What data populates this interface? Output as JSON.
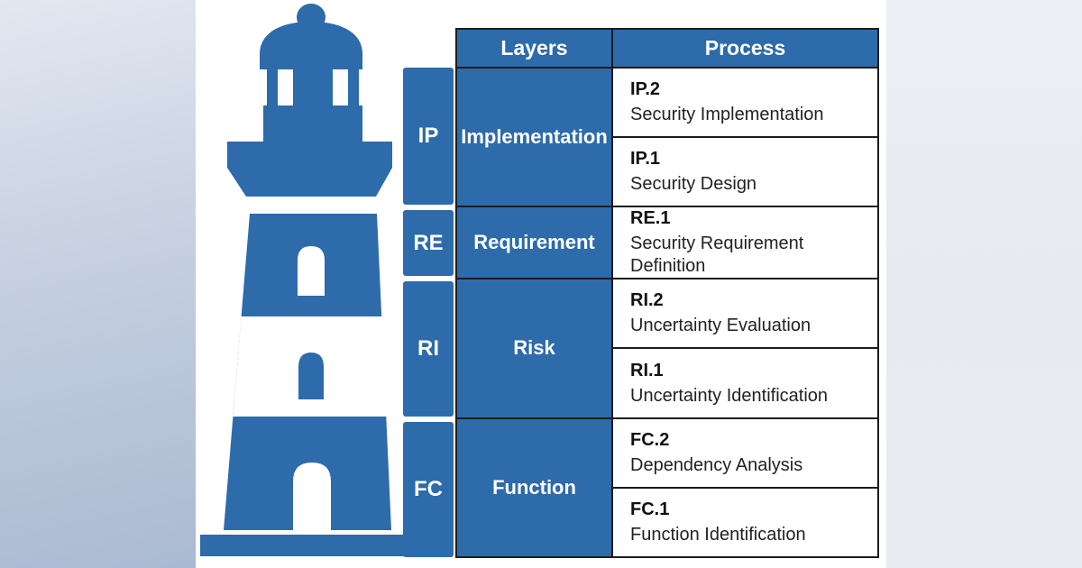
{
  "table": {
    "headers": {
      "layers": "Layers",
      "process": "Process"
    },
    "groups": [
      {
        "code": "IP",
        "layer": "Implementation",
        "processes": [
          {
            "id": "IP.2",
            "name": "Security Implementation"
          },
          {
            "id": "IP.1",
            "name": "Security Design"
          }
        ]
      },
      {
        "code": "RE",
        "layer": "Requirement",
        "processes": [
          {
            "id": "RE.1",
            "name": "Security Requirement Definition"
          }
        ]
      },
      {
        "code": "RI",
        "layer": "Risk",
        "processes": [
          {
            "id": "RI.2",
            "name": "Uncertainty Evaluation"
          },
          {
            "id": "RI.1",
            "name": "Uncertainty Identification"
          }
        ]
      },
      {
        "code": "FC",
        "layer": "Function",
        "processes": [
          {
            "id": "FC.2",
            "name": "Dependency Analysis"
          },
          {
            "id": "FC.1",
            "name": "Function Identification"
          }
        ]
      }
    ]
  },
  "illustration": {
    "name": "lighthouse",
    "color": "#2D6BAB"
  },
  "colors": {
    "primary_blue": "#2D6BAB",
    "border_dark": "#1c1c1c",
    "cell_white": "#ffffff",
    "text_dark": "#1a1a1a",
    "bg_left_top": "#e3e8f2",
    "bg_left_bottom": "#aabad2",
    "bg_right": "#eaecf1"
  }
}
